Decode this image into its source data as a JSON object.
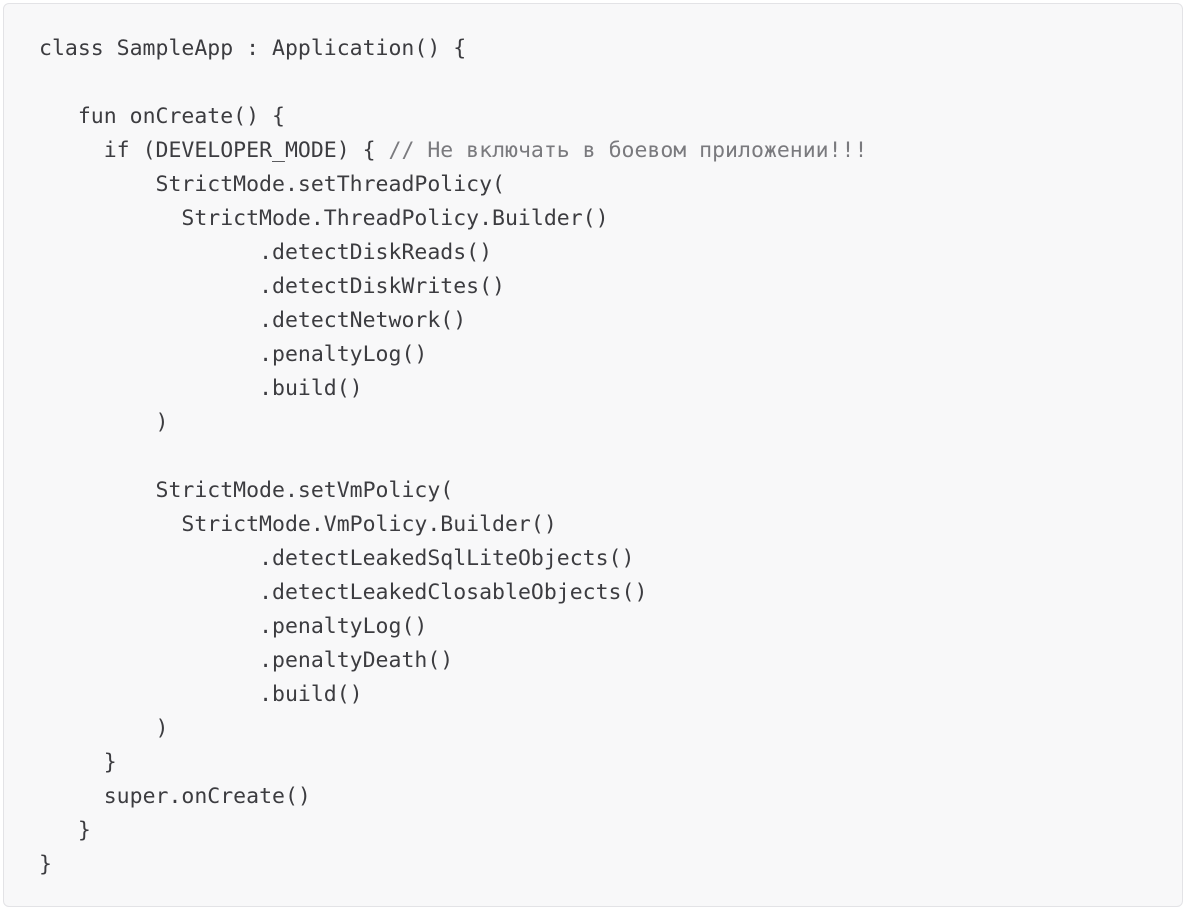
{
  "code_block": {
    "language": "kotlin",
    "colors": {
      "background": "#f8f8f9",
      "border": "#e3e3e6",
      "text": "#3c3c40",
      "comment": "#7a7a7e"
    },
    "lines": [
      {
        "indent": "",
        "code": "class SampleApp : Application() {",
        "comment": ""
      },
      {
        "indent": "",
        "code": "",
        "comment": ""
      },
      {
        "indent": "   ",
        "code": "fun onCreate() {",
        "comment": ""
      },
      {
        "indent": "     ",
        "code": "if (DEVELOPER_MODE) { ",
        "comment": "// Не включать в боевом приложении!!!"
      },
      {
        "indent": "         ",
        "code": "StrictMode.setThreadPolicy(",
        "comment": ""
      },
      {
        "indent": "           ",
        "code": "StrictMode.ThreadPolicy.Builder()",
        "comment": ""
      },
      {
        "indent": "                 ",
        "code": ".detectDiskReads()",
        "comment": ""
      },
      {
        "indent": "                 ",
        "code": ".detectDiskWrites()",
        "comment": ""
      },
      {
        "indent": "                 ",
        "code": ".detectNetwork()",
        "comment": ""
      },
      {
        "indent": "                 ",
        "code": ".penaltyLog()",
        "comment": ""
      },
      {
        "indent": "                 ",
        "code": ".build()",
        "comment": ""
      },
      {
        "indent": "         ",
        "code": ")",
        "comment": ""
      },
      {
        "indent": "",
        "code": "",
        "comment": ""
      },
      {
        "indent": "         ",
        "code": "StrictMode.setVmPolicy(",
        "comment": ""
      },
      {
        "indent": "           ",
        "code": "StrictMode.VmPolicy.Builder()",
        "comment": ""
      },
      {
        "indent": "                 ",
        "code": ".detectLeakedSqlLiteObjects()",
        "comment": ""
      },
      {
        "indent": "                 ",
        "code": ".detectLeakedClosableObjects()",
        "comment": ""
      },
      {
        "indent": "                 ",
        "code": ".penaltyLog()",
        "comment": ""
      },
      {
        "indent": "                 ",
        "code": ".penaltyDeath()",
        "comment": ""
      },
      {
        "indent": "                 ",
        "code": ".build()",
        "comment": ""
      },
      {
        "indent": "         ",
        "code": ")",
        "comment": ""
      },
      {
        "indent": "     ",
        "code": "}",
        "comment": ""
      },
      {
        "indent": "     ",
        "code": "super.onCreate()",
        "comment": ""
      },
      {
        "indent": "   ",
        "code": "}",
        "comment": ""
      },
      {
        "indent": "",
        "code": "}",
        "comment": ""
      }
    ]
  }
}
